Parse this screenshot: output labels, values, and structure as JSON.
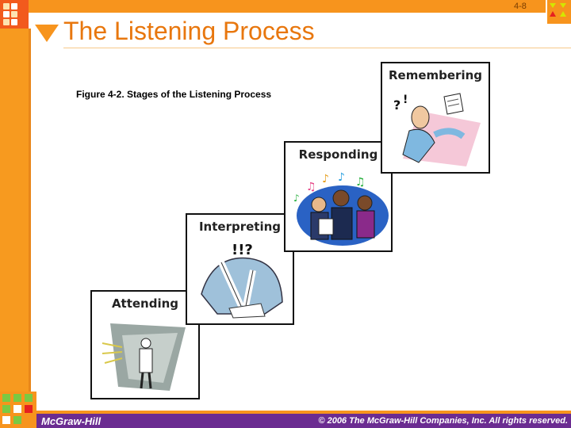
{
  "slide": {
    "number": "4-8",
    "title": "The Listening Process"
  },
  "figure": {
    "caption": "Figure 4-2. Stages of the Listening Process",
    "stages": [
      {
        "label": "Attending"
      },
      {
        "label": "Interpreting"
      },
      {
        "label": "Responding"
      },
      {
        "label": "Remembering"
      }
    ]
  },
  "footer": {
    "publisher": "McGraw-Hill",
    "copyright": "© 2006 The McGraw-Hill Companies, Inc. All rights reserved."
  },
  "colors": {
    "accent_orange": "#f7941d",
    "title_orange": "#e8770e",
    "footer_purple": "#6b2c91"
  }
}
